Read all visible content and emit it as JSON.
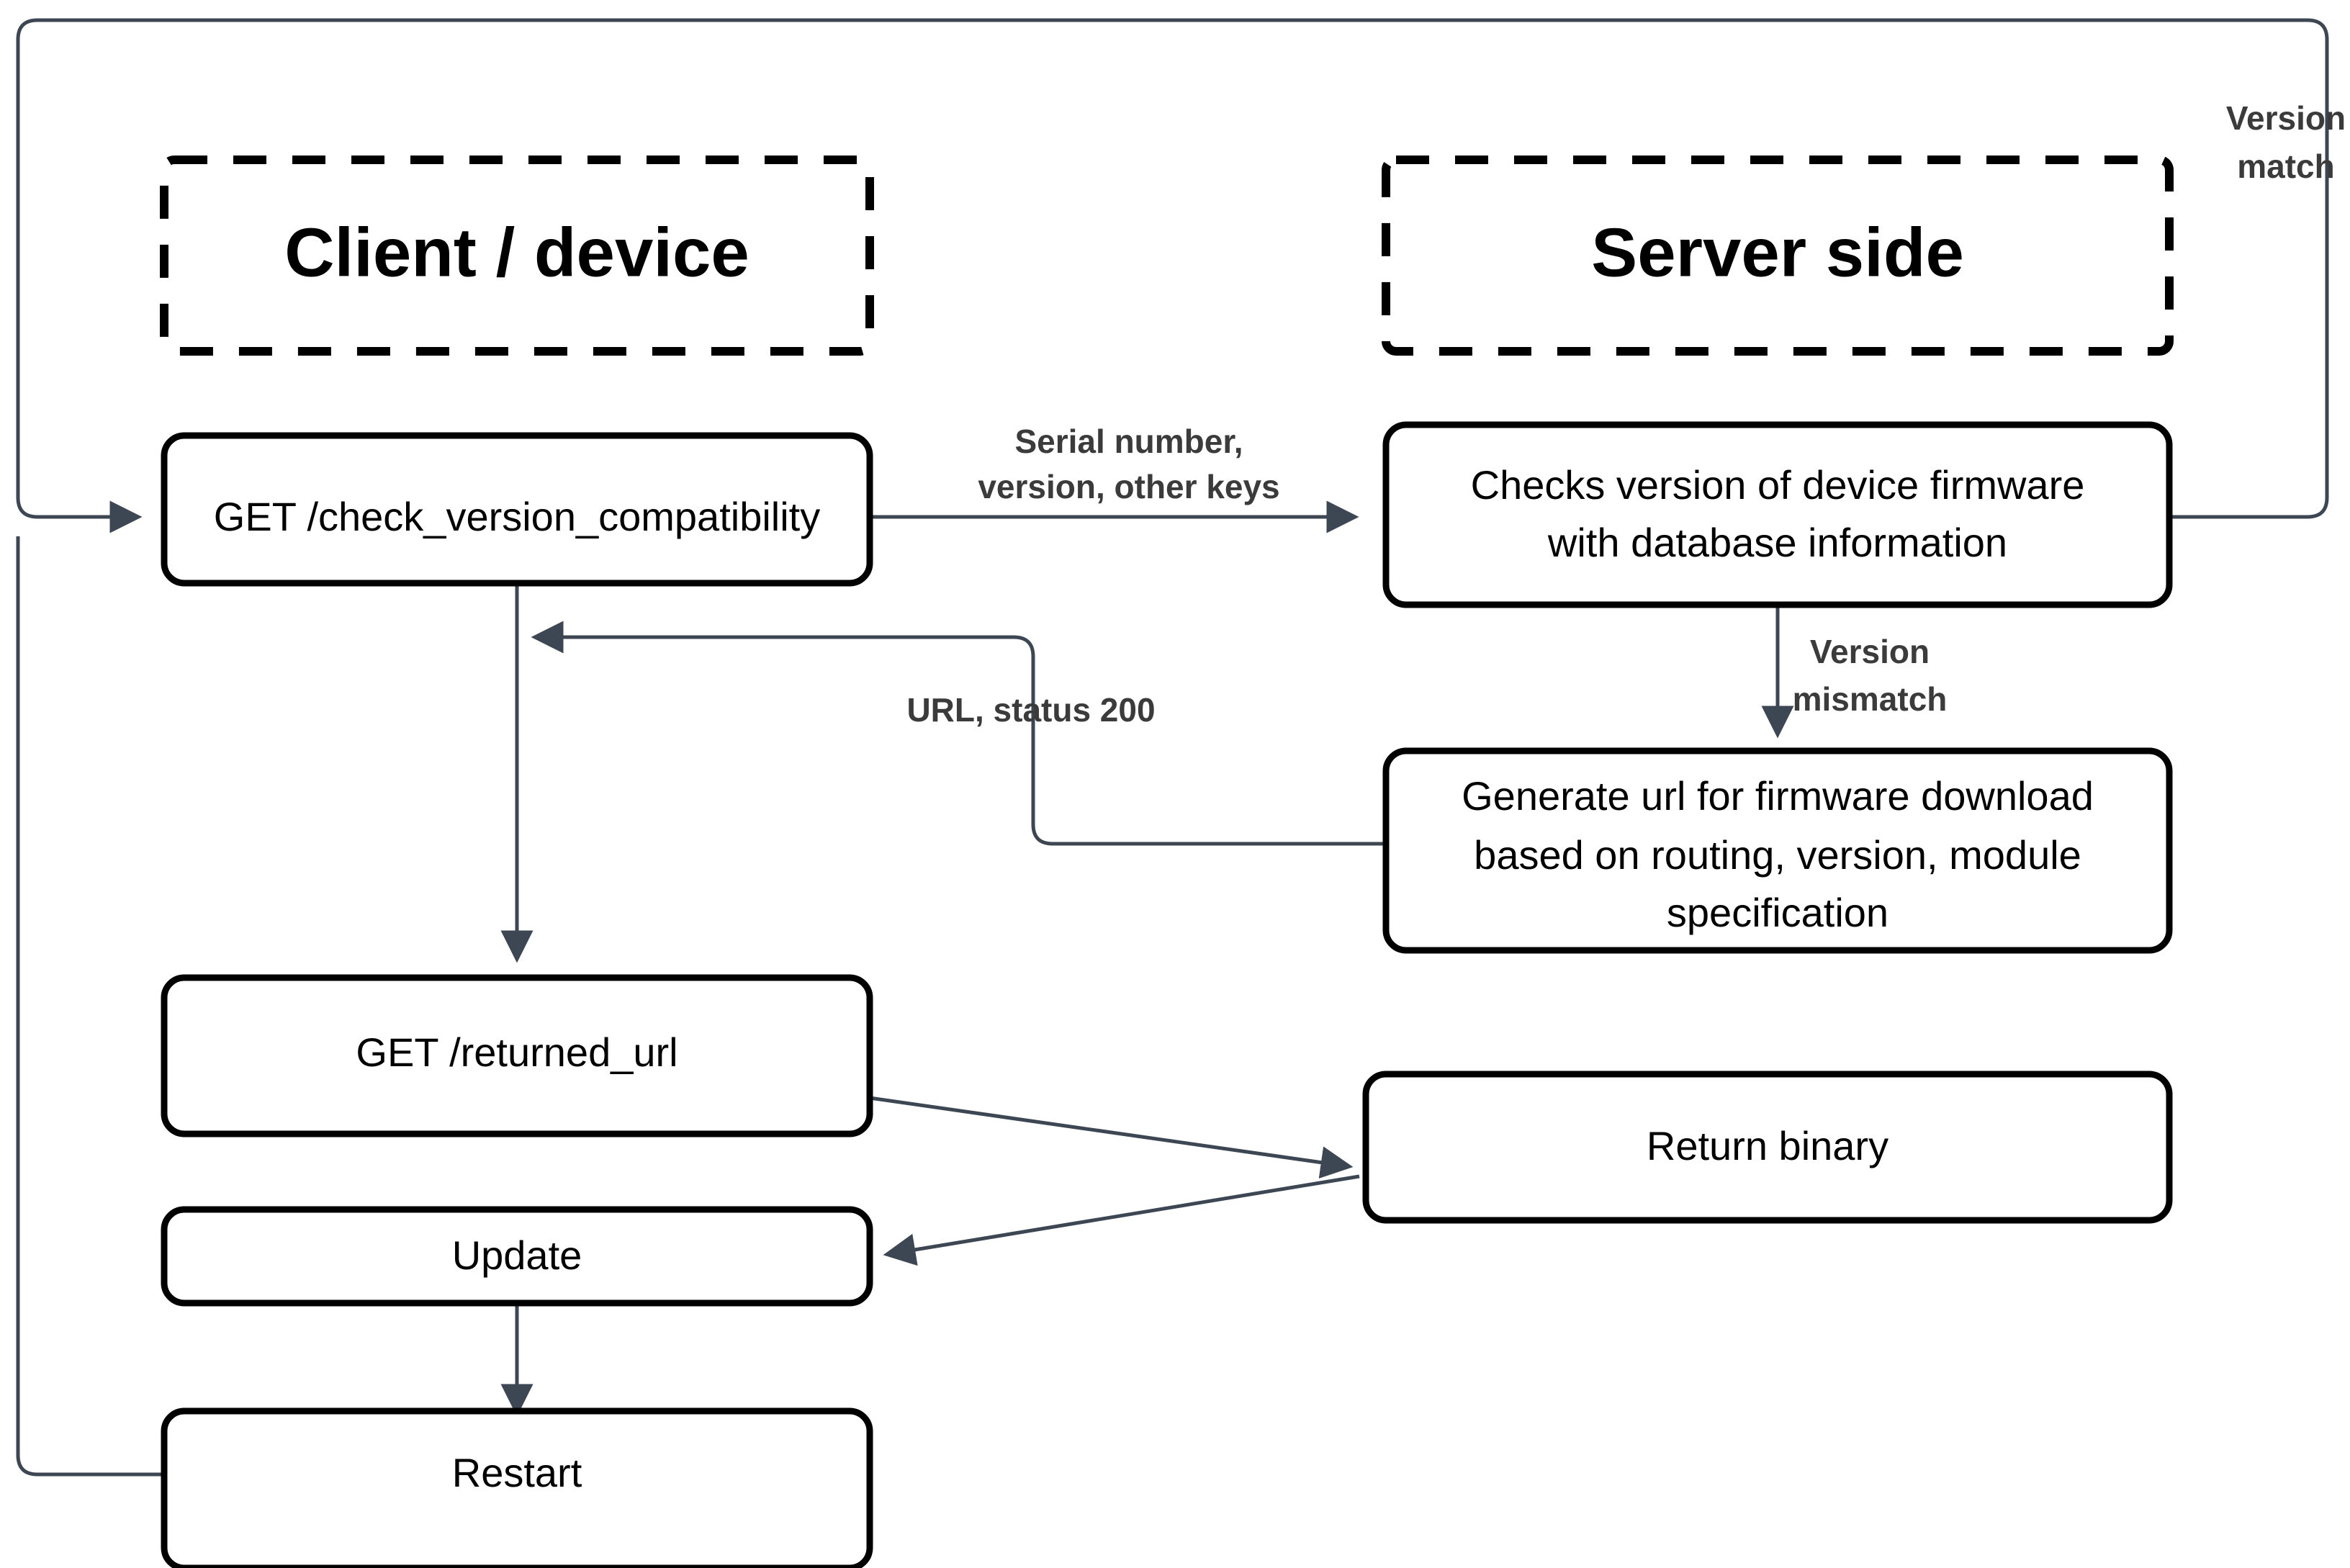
{
  "diagram": {
    "title": "Firmware update flow: client device and server side",
    "colors": {
      "edge": "#3d4653",
      "node_stroke": "#000000",
      "node_fill": "#ffffff",
      "label_text": "#3b3b3b",
      "node_text": "#000000",
      "background": "#ffffff"
    },
    "groups": [
      {
        "id": "client",
        "label": "Client / device",
        "style": "dashed"
      },
      {
        "id": "server",
        "label": "Server side",
        "style": "dashed"
      }
    ],
    "nodes": [
      {
        "id": "check_version",
        "label": "GET /check_version_compatibility",
        "group": "client"
      },
      {
        "id": "checks_db",
        "label_line1": "Checks version of device firmware",
        "label_line2": "with database information",
        "group": "server"
      },
      {
        "id": "generate_url",
        "label_line1": "Generate url for firmware download",
        "label_line2": "based on routing, version, module",
        "label_line3": "specification",
        "group": "server"
      },
      {
        "id": "returned_url",
        "label": "GET /returned_url",
        "group": "client"
      },
      {
        "id": "return_binary",
        "label": "Return binary",
        "group": "server"
      },
      {
        "id": "update",
        "label": "Update",
        "group": "client"
      },
      {
        "id": "restart",
        "label": "Restart",
        "group": "client"
      }
    ],
    "edges": [
      {
        "id": "e1",
        "from": "check_version",
        "to": "checks_db",
        "label_line1": "Serial number,",
        "label_line2": "version, other keys"
      },
      {
        "id": "e2",
        "from": "checks_db",
        "to": "generate_url",
        "label_line1": "Version",
        "label_line2": "mismatch"
      },
      {
        "id": "e3",
        "from": "checks_db",
        "to": "check_version",
        "label_line1": "Version",
        "label_line2": "match"
      },
      {
        "id": "e4",
        "from": "generate_url",
        "to": "returned_url",
        "label": "URL, status 200"
      },
      {
        "id": "e5",
        "from": "check_version",
        "to": "returned_url",
        "label": ""
      },
      {
        "id": "e6",
        "from": "returned_url",
        "to": "return_binary",
        "label": ""
      },
      {
        "id": "e7",
        "from": "return_binary",
        "to": "update",
        "label": ""
      },
      {
        "id": "e8",
        "from": "update",
        "to": "restart",
        "label": ""
      },
      {
        "id": "e9",
        "from": "restart",
        "to": "check_version",
        "label": ""
      }
    ]
  }
}
